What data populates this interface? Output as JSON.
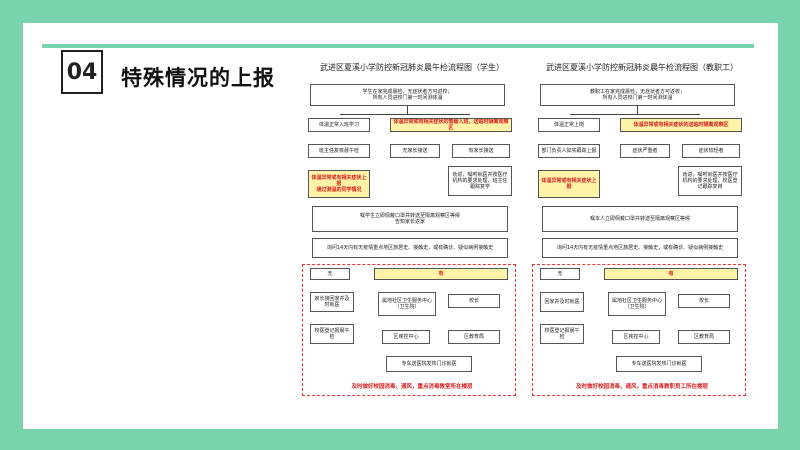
{
  "section": {
    "number": "04",
    "title": "特殊情况的上报"
  },
  "colors": {
    "frame": "#79d4ad",
    "highlight": "#fff3a8",
    "alert": "#d81e1e"
  },
  "student_chart": {
    "title": "武进区夏溪小学防控新冠肺炎晨午检流程图（学生）",
    "top": "学生在家完成晨检，无症状者方可返校；",
    "top2": "所有人员进校门第一时间测体温",
    "normal": "体温正常入班学习",
    "abnormal": "体温异常或有相关症状的暂缓入班，送临时隔离观察区",
    "class_check": "班主任复核晨午检",
    "no_contact": "无家长接送",
    "parent_pick": "有家长接送",
    "report_class": "体温异常或有相关症状上报",
    "report_red": "通过测温的同学情况",
    "parent_note": "劝返，嘱咐就医并按医疗机构的要求处理，班主任跟踪复学",
    "register": "嘱学生立即佩戴口罩并转送至隔离观察区等候",
    "notify": "告知家长返家",
    "history": "询问14天内有无疫情重点地区旅居史、接触史，或有确诊、疑似病例接触史",
    "no": "无",
    "yes": "有",
    "home_isolate": "家长接回家并及时就医",
    "community": "属地社区卫生服务中心（卫生院）",
    "principal": "校长",
    "school_register": "校医登记报晨午检",
    "district_center": "区疾控中心",
    "district_edu": "区教育局",
    "hospital": "专车送医院发热门诊就医",
    "footer": "及时做好校园消毒、通风，重点消毒教室所在楼层"
  },
  "staff_chart": {
    "title": "武进区夏溪小学防控新冠肺炎晨午检流程图（教职工）",
    "top": "教职工在家完成晨检，无症状者方可返校；",
    "top2": "所有人员进校门第一时间测体温",
    "normal": "体温正常上岗",
    "abnormal": "体温异常或有相关症状的送临时隔离观察区",
    "class_check": "部门负责人如实跟踪上报",
    "no_contact": "症状严重者",
    "parent_pick": "症状较轻者",
    "report_class": "体温异常或有相关症状上报",
    "parent_note": "劝返，嘱咐就医并按医疗机构的要求处理，校医登记跟踪复岗",
    "register": "嘱本人立即佩戴口罩并转送至隔离观察区等候",
    "history": "询问14天内有无疫情重点地区旅居史、接触史，或有确诊、疑似病例接触史",
    "no": "无",
    "yes": "有",
    "home_isolate": "回家并及时就医",
    "community": "属地社区卫生服务中心（卫生院）",
    "principal": "校长",
    "school_register": "校医登记报晨午检",
    "district_center": "区疾控中心",
    "district_edu": "区教育局",
    "hospital": "专车送医院发热门诊就医",
    "footer": "及时做好校园消毒、通风，重点消毒教职员工所在楼层"
  }
}
